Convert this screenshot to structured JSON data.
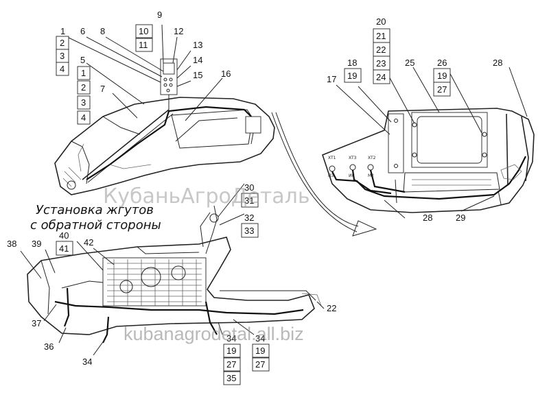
{
  "caption": {
    "line1": "Установка жгутов",
    "line2": "с обратной стороны"
  },
  "watermarks": {
    "center": "КубаньАгроДеталь",
    "bottom": "kubanagrodetal.all.biz"
  },
  "connector_labels": [
    "XT1",
    "XT3",
    "XT2"
  ],
  "connector_sublabels": [
    "ПЭ",
    "ИС",
    "М2"
  ],
  "callouts": {
    "c1": "1",
    "c2": "2",
    "c3": "3",
    "c4": "4",
    "c5": "5",
    "c5a": "1",
    "c5b": "2",
    "c5c": "3",
    "c5d": "4",
    "c6": "6",
    "c7": "7",
    "c8": "8",
    "c9": "9",
    "c10": "10",
    "c11": "11",
    "c12": "12",
    "c13": "13",
    "c14": "14",
    "c15": "15",
    "c16": "16",
    "c17": "17",
    "c18": "18",
    "c19": "19",
    "c20": "20",
    "c21": "21",
    "c22": "22",
    "c23": "23",
    "c24": "24",
    "c25": "25",
    "c26": "26",
    "c26a": "19",
    "c26b": "27",
    "c28top": "28",
    "c28mid": "28",
    "c29": "29",
    "c30": "30",
    "c31": "31",
    "c32": "32",
    "c33": "33",
    "c38": "38",
    "c39": "39",
    "c40": "40",
    "c41": "41",
    "c42": "42",
    "c37": "37",
    "c36": "36",
    "c34left": "34",
    "c22b": "22",
    "b34a": "34",
    "b19a": "19",
    "b27a": "27",
    "b35": "35",
    "b34b": "34",
    "b19b": "19",
    "b27b": "27"
  }
}
